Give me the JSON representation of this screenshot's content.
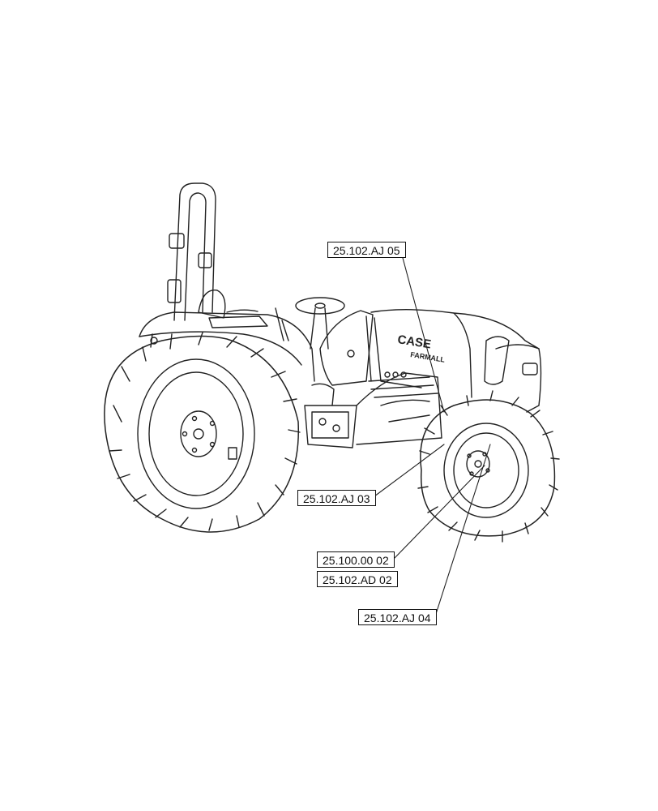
{
  "diagram": {
    "brand_text": "CASE",
    "model_text": "FARMALL",
    "callouts": [
      {
        "id": "aj05",
        "label": "25.102.AJ 05"
      },
      {
        "id": "aj03",
        "label": "25.102.AJ 03"
      },
      {
        "id": "c100",
        "label": "25.100.00 02"
      },
      {
        "id": "ad02",
        "label": "25.102.AD 02"
      },
      {
        "id": "aj04",
        "label": "25.102.AJ 04"
      }
    ]
  },
  "colors": {
    "line": "#222222",
    "background": "#ffffff"
  }
}
